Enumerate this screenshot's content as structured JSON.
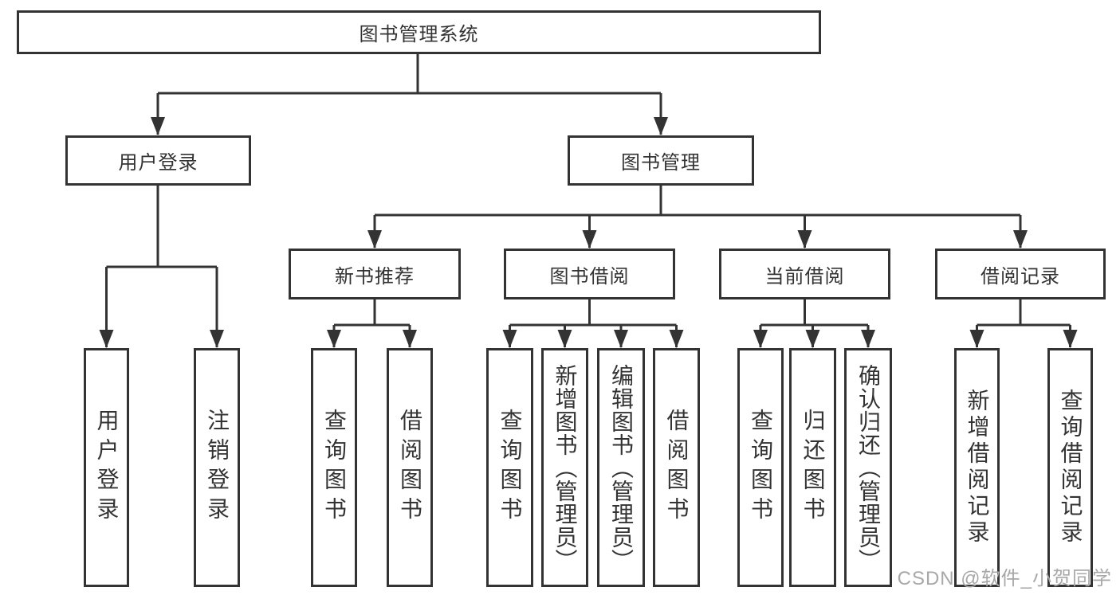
{
  "tree": {
    "label": "图书管理系统",
    "children": [
      {
        "label": "用户登录",
        "children": [
          {
            "label": "用户登录"
          },
          {
            "label": "注销登录"
          }
        ]
      },
      {
        "label": "图书管理",
        "children": [
          {
            "label": "新书推荐",
            "children": [
              {
                "label": "查询图书"
              },
              {
                "label": "借阅图书"
              }
            ]
          },
          {
            "label": "图书借阅",
            "children": [
              {
                "label": "查询图书"
              },
              {
                "label": "新增图书（管理员）"
              },
              {
                "label": "编辑图书（管理员）"
              },
              {
                "label": "借阅图书"
              }
            ]
          },
          {
            "label": "当前借阅",
            "children": [
              {
                "label": "查询图书"
              },
              {
                "label": "归还图书"
              },
              {
                "label": "确认归还（管理员）"
              }
            ]
          },
          {
            "label": "借阅记录",
            "children": [
              {
                "label": "新增借阅记录"
              },
              {
                "label": "查询借阅记录"
              }
            ]
          }
        ]
      }
    ]
  },
  "watermark": {
    "text": "CSDN @软件_小贺同学"
  },
  "colors": {
    "line": "#333333",
    "text": "#333333",
    "background": "#ffffff",
    "watermark": "#a8a8a8"
  }
}
